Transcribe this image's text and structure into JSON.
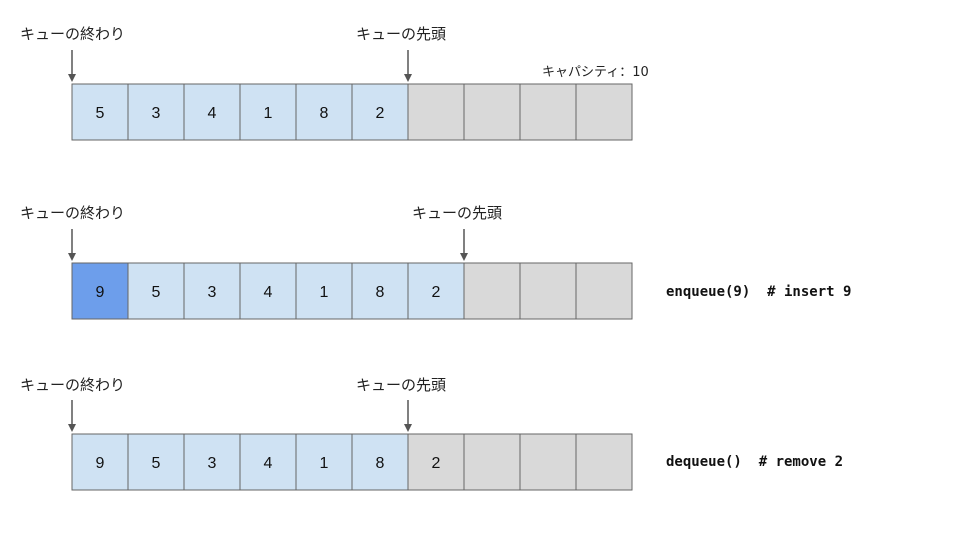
{
  "colors": {
    "filled": "#cfe2f3",
    "empty": "#d9d9d9",
    "inserted": "#6d9eeb",
    "border": "#666666"
  },
  "rows": [
    {
      "tail_label": "キューの終わり",
      "head_label": "キューの先頭",
      "capacity_label": "キャパシティ：10",
      "values": [
        "5",
        "3",
        "4",
        "1",
        "8",
        "2",
        "",
        "",
        "",
        ""
      ],
      "states": [
        "filled",
        "filled",
        "filled",
        "filled",
        "filled",
        "filled",
        "empty",
        "empty",
        "empty",
        "empty"
      ],
      "head_index": 6
    },
    {
      "tail_label": "キューの終わり",
      "head_label": "キューの先頭",
      "operation": "enqueue(9)  # insert 9",
      "values": [
        "9",
        "5",
        "3",
        "4",
        "1",
        "8",
        "2",
        "",
        "",
        ""
      ],
      "states": [
        "inserted",
        "filled",
        "filled",
        "filled",
        "filled",
        "filled",
        "filled",
        "empty",
        "empty",
        "empty"
      ],
      "head_index": 7
    },
    {
      "tail_label": "キューの終わり",
      "head_label": "キューの先頭",
      "operation": "dequeue()  # remove 2",
      "values": [
        "9",
        "5",
        "3",
        "4",
        "1",
        "8",
        "2",
        "",
        "",
        ""
      ],
      "states": [
        "filled",
        "filled",
        "filled",
        "filled",
        "filled",
        "filled",
        "empty",
        "empty",
        "empty",
        "empty"
      ],
      "head_index": 6
    }
  ]
}
